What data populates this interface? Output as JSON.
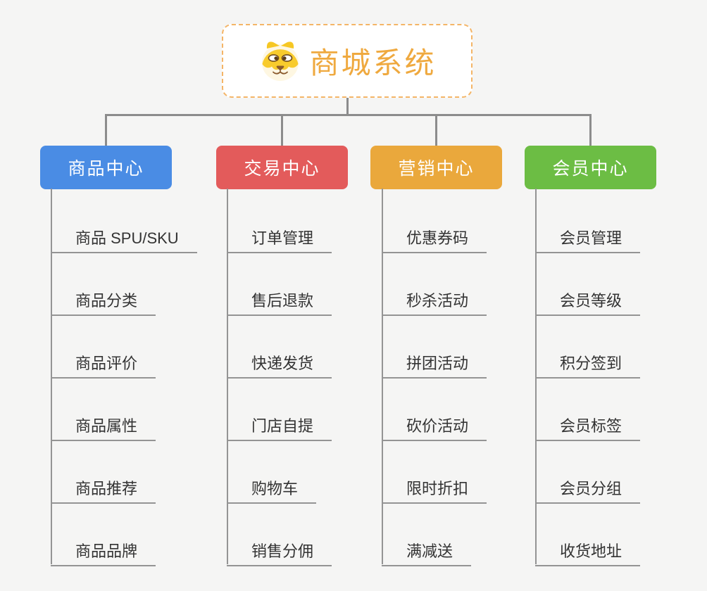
{
  "page": {
    "background": "#f5f5f4"
  },
  "root": {
    "title": "商城系统",
    "icon": "dog-face-icon",
    "title_color": "#efa93f",
    "border_color": "#f4b567"
  },
  "connectors": {
    "color": "#8c8c8c",
    "branch_line_color": "#949494"
  },
  "branches": [
    {
      "id": "product-center",
      "label": "商品中心",
      "color": "#4a8ce4",
      "items": [
        "商品 SPU/SKU",
        "商品分类",
        "商品评价",
        "商品属性",
        "商品推荐",
        "商品品牌"
      ]
    },
    {
      "id": "trade-center",
      "label": "交易中心",
      "color": "#e35b5b",
      "items": [
        "订单管理",
        "售后退款",
        "快递发货",
        "门店自提",
        "购物车",
        "销售分佣"
      ]
    },
    {
      "id": "marketing-center",
      "label": "营销中心",
      "color": "#eaa83c",
      "items": [
        "优惠券码",
        "秒杀活动",
        "拼团活动",
        "砍价活动",
        "限时折扣",
        "满减送"
      ]
    },
    {
      "id": "member-center",
      "label": "会员中心",
      "color": "#6cbd44",
      "items": [
        "会员管理",
        "会员等级",
        "积分签到",
        "会员标签",
        "会员分组",
        "收货地址"
      ]
    }
  ]
}
